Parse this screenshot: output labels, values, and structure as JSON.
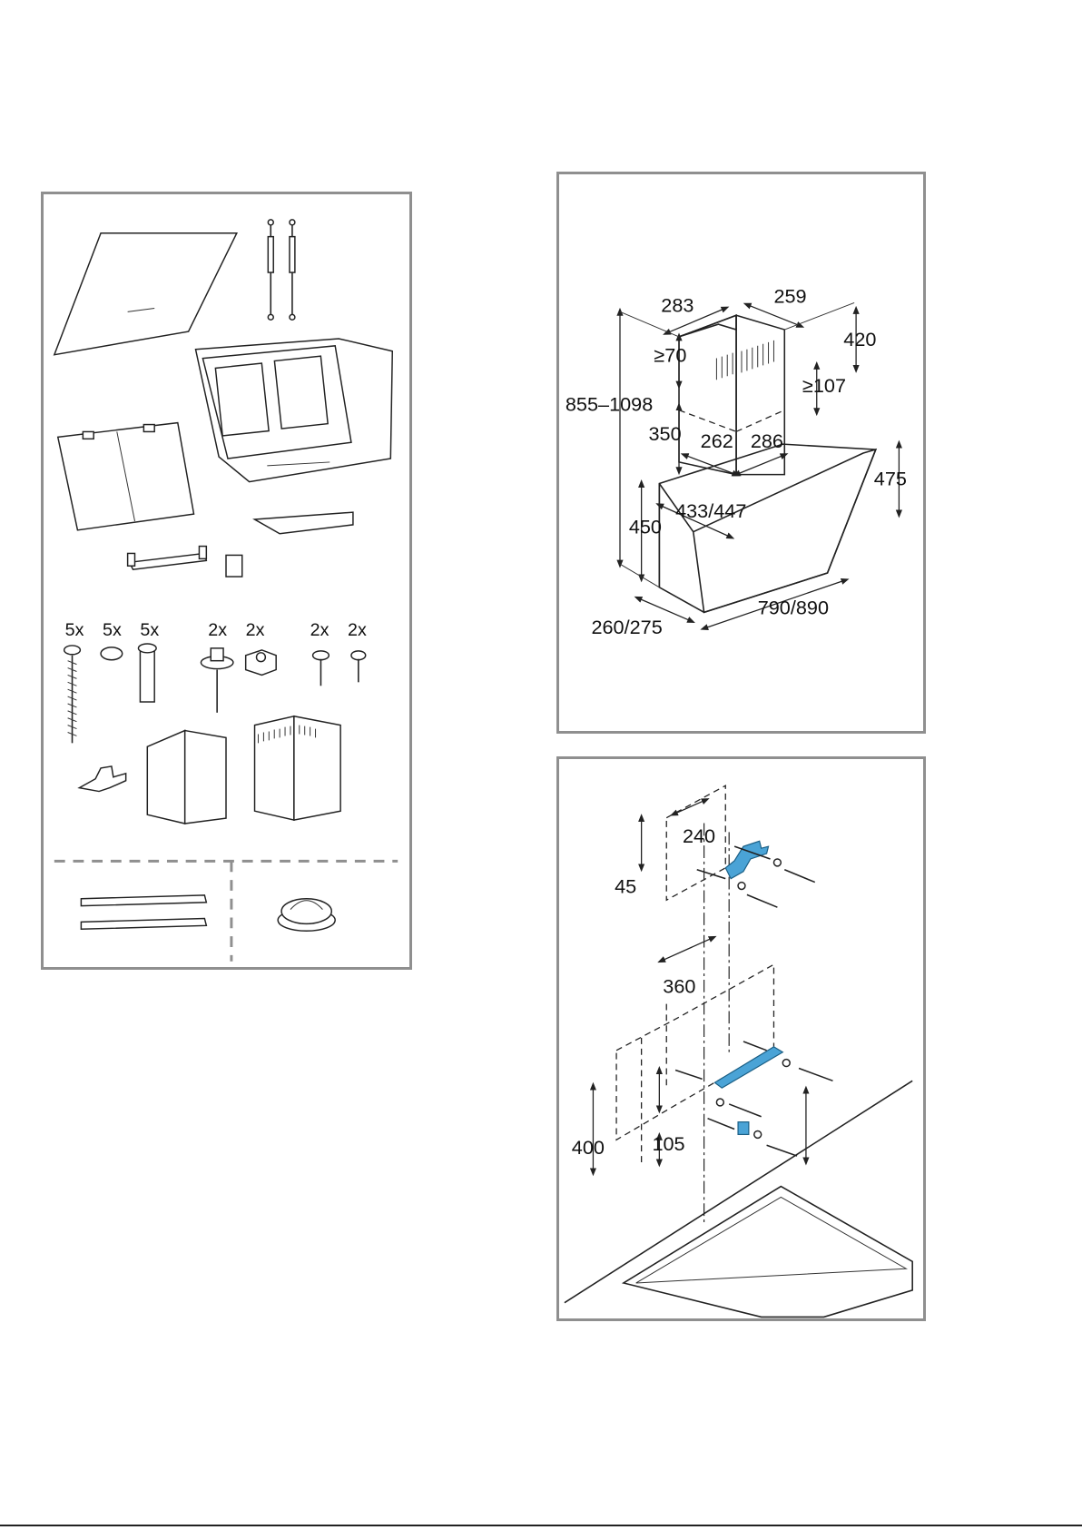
{
  "parts_panel": {
    "quantities": [
      "5x",
      "5x",
      "5x",
      "2x",
      "2x",
      "2x",
      "2x"
    ]
  },
  "dimensions_panel": {
    "labels": [
      "283",
      "259",
      "420",
      "≥70",
      "≥107",
      "855–1098",
      "350",
      "262",
      "286",
      "475",
      "433/447",
      "450",
      "790/890",
      "260/275"
    ]
  },
  "mounting_panel": {
    "labels": [
      "240",
      "45",
      "360",
      "400",
      "105"
    ]
  },
  "colors": {
    "frame": "#8f8f8f",
    "bracket_blue": "#4aa3d6"
  }
}
